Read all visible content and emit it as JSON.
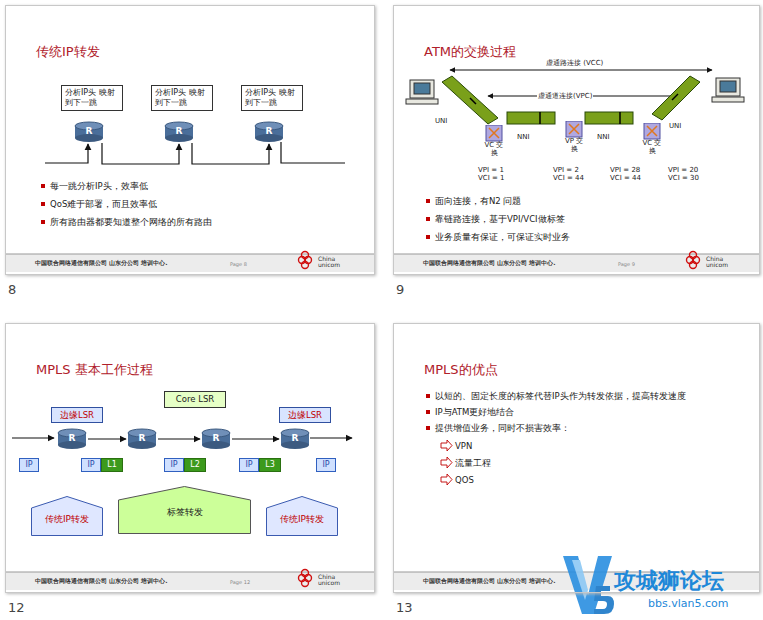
{
  "diagram": {
    "nodes": [
      {
        "text": [
          "传统IP转发"
        ]
      },
      {
        "text": [
          "分析IP头 映射到下一跳"
        ],
        "in": 0
      },
      {
        "text": [
          "分析IP头 映射到下一跳"
        ],
        "in": 0
      },
      {
        "text": [
          "分析IP头 映射到下一跳"
        ],
        "in": 0
      },
      {
        "text": [
          "R"
        ],
        "in": 0
      },
      {
        "text": [
          "R"
        ],
        "in": 0
      },
      {
        "text": [
          "R"
        ],
        "in": 0
      },
      {
        "text": [
          "ATM的交换过程"
        ]
      },
      {
        "text": [
          "VC 交换"
        ],
        "in": 7
      },
      {
        "text": [
          "VP 交换"
        ],
        "in": 7
      },
      {
        "text": [
          "VC 交换"
        ],
        "in": 7
      },
      {
        "text": [
          "MPLS 基本工作过程"
        ]
      },
      {
        "text": [
          "Core LSR"
        ],
        "in": 11
      },
      {
        "text": [
          "边缘LSR"
        ],
        "in": 11
      },
      {
        "text": [
          "边缘LSR"
        ],
        "in": 11
      },
      {
        "text": [
          "R"
        ],
        "in": 11
      },
      {
        "text": [
          "R"
        ],
        "in": 11
      },
      {
        "text": [
          "R"
        ],
        "in": 11
      },
      {
        "text": [
          "R"
        ],
        "in": 11
      },
      {
        "text": [
          "IP"
        ],
        "in": 11
      },
      {
        "text": [
          "IP"
        ],
        "in": 11
      },
      {
        "text": [
          "L1"
        ],
        "in": 11
      },
      {
        "text": [
          "IP"
        ],
        "in": 11
      },
      {
        "text": [
          "L2"
        ],
        "in": 11
      },
      {
        "text": [
          "IP"
        ],
        "in": 11
      },
      {
        "text": [
          "L3"
        ],
        "in": 11
      },
      {
        "text": [
          "IP"
        ],
        "in": 11
      },
      {
        "text": [
          "传统IP转发"
        ],
        "in": 11
      },
      {
        "text": [
          "标签转发"
        ],
        "in": 11
      },
      {
        "text": [
          "传统IP转发"
        ],
        "in": 11
      },
      {
        "text": [
          "MPLS的优点"
        ]
      }
    ],
    "edges": [
      {
        "from": 4,
        "to": 5,
        "arrow": "to"
      },
      {
        "from": 5,
        "to": 6,
        "arrow": "to"
      },
      {
        "from": 15,
        "to": 16,
        "arrow": "to"
      },
      {
        "from": 16,
        "to": 17,
        "arrow": "to"
      },
      {
        "from": 17,
        "to": 18,
        "arrow": "to"
      }
    ],
    "labels": [
      "每一跳分析IP头，效率低",
      "QoS难于部署，而且效率低",
      "所有路由器都要知道整个网络的所有路由",
      "中国联合网络通信有限公司 山东分公司 培训中心.",
      "Page 8",
      "China unicom",
      "8",
      "虚通路连接 (VCC)",
      "虚通道连接(VPC)",
      "UNI",
      "NNI",
      "NNI",
      "UNI",
      "VPI = 1 VCI = 1",
      "VPI = 2 VCI = 44",
      "VPI = 28 VCI = 44",
      "VPI = 20 VCI = 30",
      "面向连接，有N2 问题",
      "靠链路连接，基于VPI/VCI做标签",
      "业务质量有保证，可保证实时业务",
      "中国联合网络通信有限公司 山东分公司 培训中心.",
      "Page 9",
      "China unicom",
      "9",
      "中国联合网络通信有限公司 山东分公司 培训中心.",
      "Page 12",
      "China unicom",
      "12",
      "以短的、固定长度的标签代替IP头作为转发依据，提高转发速度",
      "IP与ATM更好地结合",
      "提供增值业务，同时不损害效率：",
      "VPN",
      "流量工程",
      "QOS",
      "中国联合网络通信有限公司 山东分公司 培训中心.",
      "13",
      "攻城狮论坛",
      "bbs.vlan5.com"
    ]
  }
}
